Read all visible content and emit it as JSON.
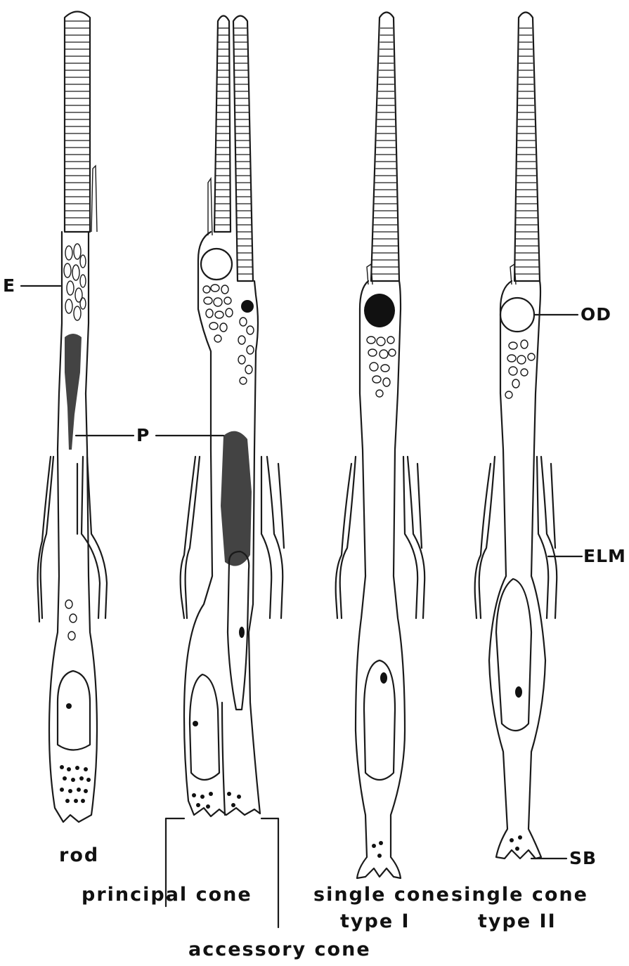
{
  "labels": {
    "E": "E",
    "P": "P",
    "OD": "OD",
    "ELM": "ELM",
    "SB": "SB"
  },
  "captions": {
    "rod": "rod",
    "principal_cone": "principal cone",
    "single_cone_type1_line1": "single cone",
    "single_cone_type1_line2": "type I",
    "single_cone_type2_line1": "single cone",
    "single_cone_type2_line2": "type II",
    "accessory_cone": "accessory cone"
  },
  "colors": {
    "ink": "#1a1a1a",
    "background": "#ffffff"
  }
}
